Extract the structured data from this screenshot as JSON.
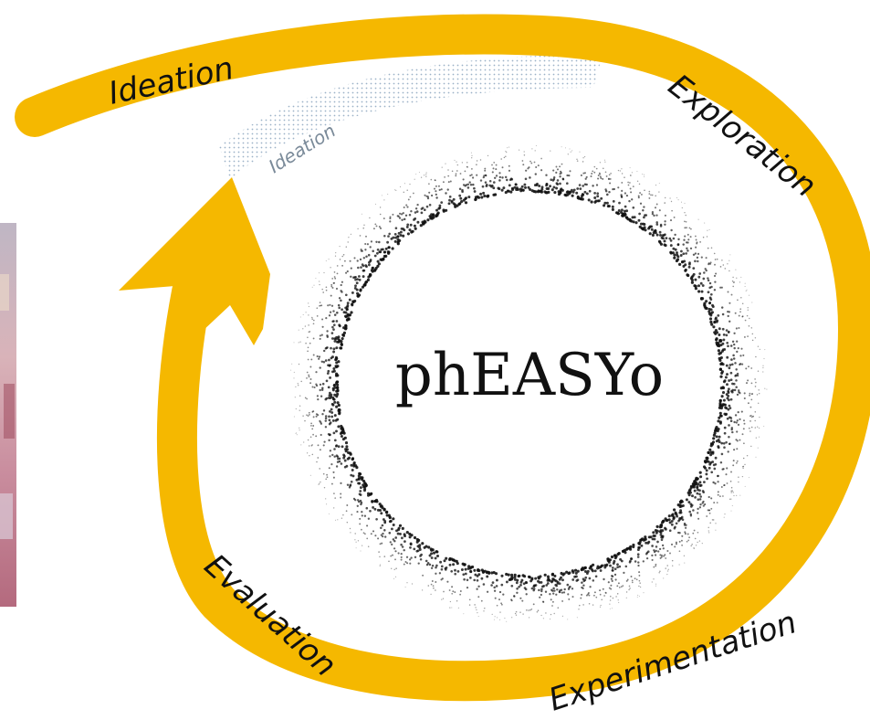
{
  "diagram": {
    "center_title": "phEASYo",
    "phases": {
      "ideation": "Ideation",
      "exploration": "Exploration",
      "experimentation": "Experimentation",
      "evaluation": "Evaluation",
      "ghost_ideation": "Ideation"
    },
    "colors": {
      "arrow": "#F5B800",
      "dots": "#111111",
      "ghost": "#8aa4bd",
      "photo_base": "#c9a7b7"
    }
  }
}
